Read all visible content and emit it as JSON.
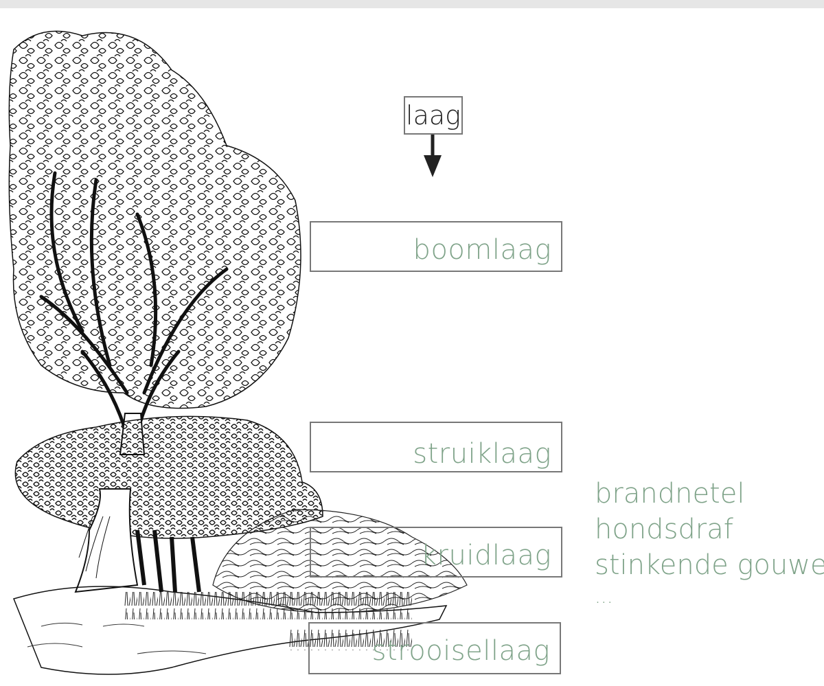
{
  "header": {
    "label": "laag"
  },
  "layers": [
    {
      "label": "boomlaag"
    },
    {
      "label": "struiklaag"
    },
    {
      "label": "kruidlaag"
    },
    {
      "label": "strooisellaag"
    }
  ],
  "species": [
    "brandnetel",
    "hondsdraf",
    "stinkende gouwe",
    "..."
  ],
  "colors": {
    "label_green": "#7fa389",
    "border_gray": "#777777",
    "ink": "#111111"
  }
}
